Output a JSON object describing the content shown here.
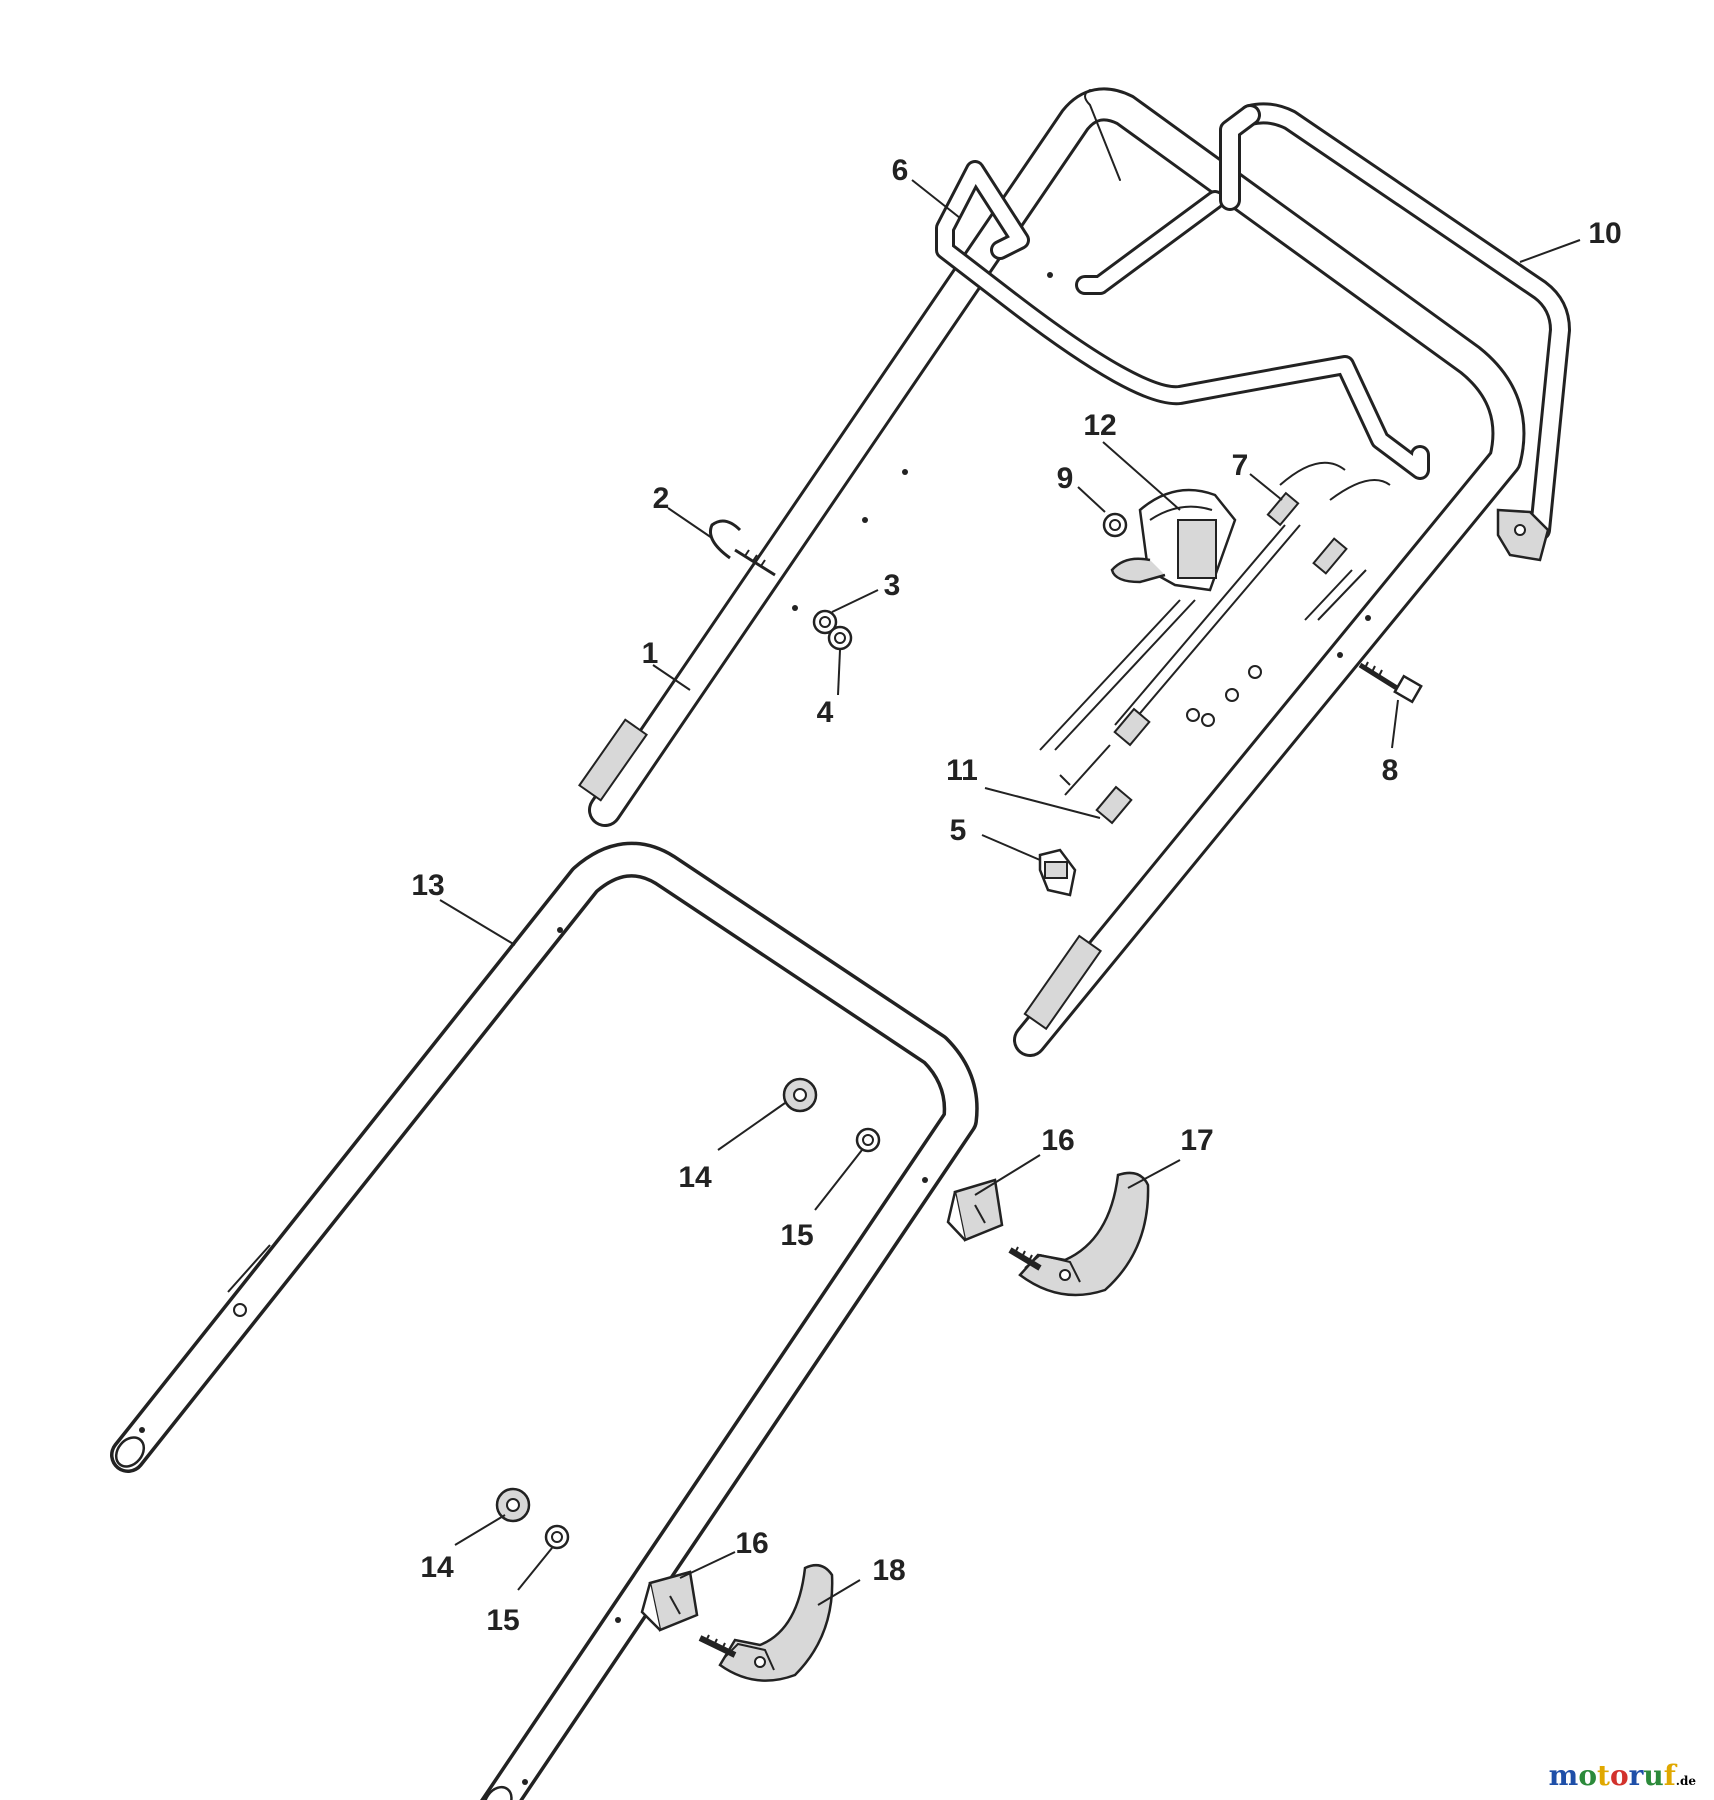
{
  "diagram": {
    "labels": {
      "p1": "1",
      "p2": "2",
      "p3": "3",
      "p4": "4",
      "p5": "5",
      "p6": "6",
      "p7": "7",
      "p8": "8",
      "p9": "9",
      "p10": "10",
      "p11": "11",
      "p12": "12",
      "p13": "13",
      "p14a": "14",
      "p14b": "14",
      "p15a": "15",
      "p15b": "15",
      "p16a": "16",
      "p16b": "16",
      "p17": "17",
      "p18": "18"
    }
  },
  "watermark": {
    "name": "motoruf",
    "suffix": ".de",
    "colors": [
      "#1f4fa8",
      "#2c8a3a",
      "#e0a800",
      "#d2322d",
      "#1f4fa8",
      "#2c8a3a",
      "#e0a800"
    ]
  },
  "colors": {
    "line": "#222222",
    "fill": "#ffffff",
    "shade": "#d8d8d8"
  }
}
